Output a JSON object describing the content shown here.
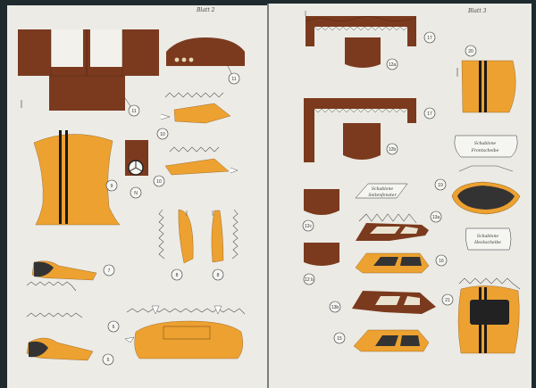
{
  "pages": {
    "left": {
      "header": "Blatt 2"
    },
    "right": {
      "header": "Blatt 3"
    }
  },
  "colors": {
    "brown": "#7b3a1e",
    "orange": "#eda130",
    "paper": "#ecebe6",
    "stripe": "#1a1a1a",
    "glass": "#3d3d3d"
  },
  "parts": {
    "p11": "11",
    "p10a": "10",
    "p10b": "10",
    "p9": "9",
    "pN": "N",
    "p8a": "8",
    "p8b": "8",
    "p7": "7",
    "p6": "6",
    "p5": "5",
    "p17a": "17",
    "p17b": "17",
    "p12a": "12a",
    "p12b": "12b",
    "p12c": "12c",
    "p12d": "12 b",
    "p13a": "13a",
    "p13b": "13b",
    "p16": "16",
    "p15": "15",
    "p19": "19",
    "p20": "20",
    "p21": "21"
  },
  "templates": {
    "front": [
      "Schablone",
      "Frontscheibe"
    ],
    "side": [
      "Schablone",
      "Seitenfenster"
    ],
    "rear": [
      "Schablone",
      "Heckscheibe"
    ]
  }
}
